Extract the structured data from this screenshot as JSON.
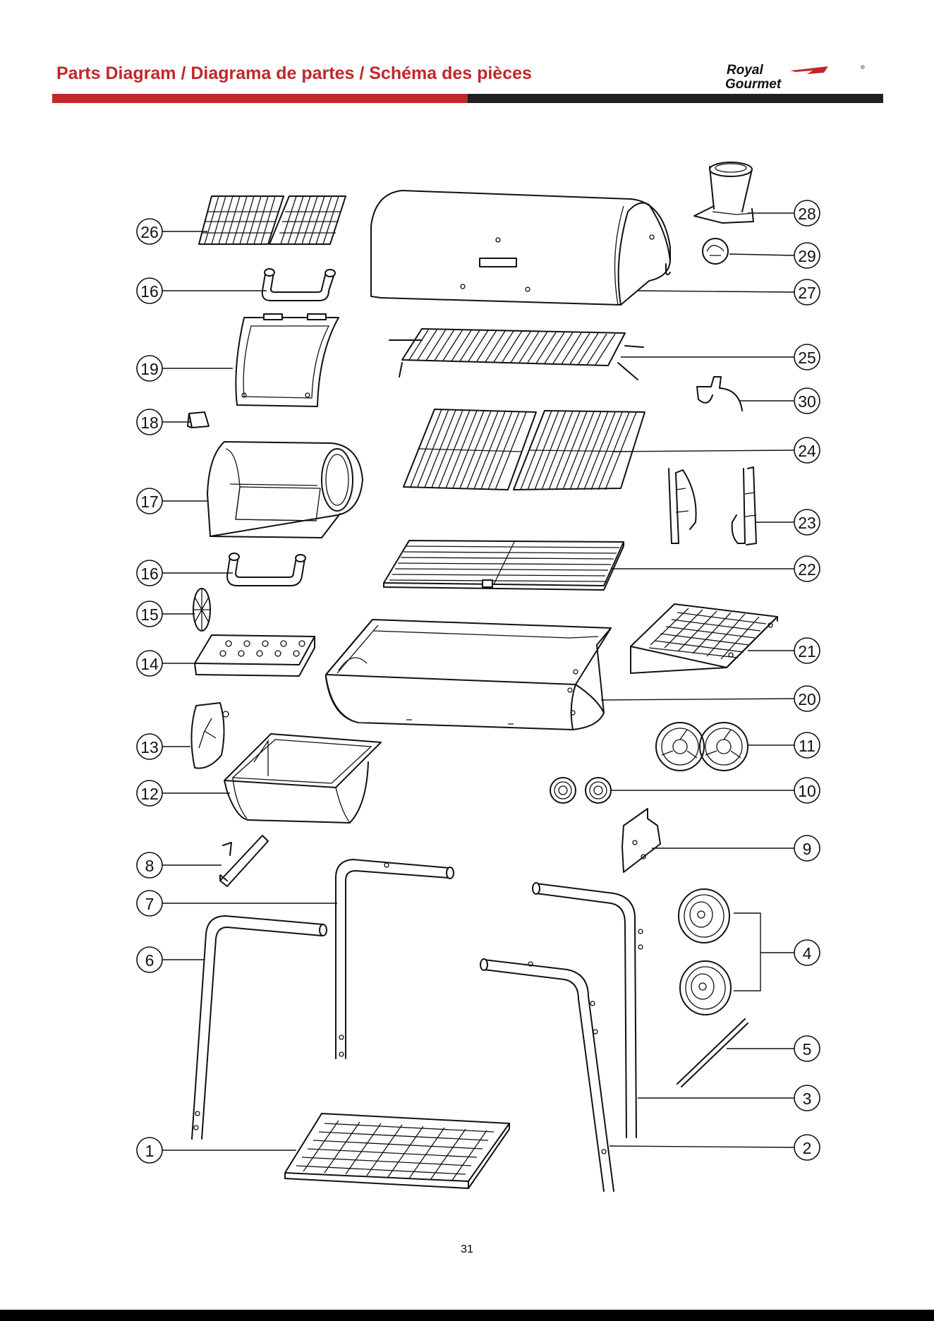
{
  "header": {
    "title": "Parts Diagram / Diagrama de partes / Schéma des pièces",
    "brand_line1": "Royal",
    "brand_line2": "Gourmet",
    "brand_mark": "®"
  },
  "colors": {
    "accent": "#c0282a",
    "dark_bar": "#231f20",
    "line": "#111111"
  },
  "callouts": [
    {
      "id": "c26",
      "number": "26"
    },
    {
      "id": "c16a",
      "number": "16"
    },
    {
      "id": "c19",
      "number": "19"
    },
    {
      "id": "c18",
      "number": "18"
    },
    {
      "id": "c17",
      "number": "17"
    },
    {
      "id": "c16b",
      "number": "16"
    },
    {
      "id": "c15",
      "number": "15"
    },
    {
      "id": "c14",
      "number": "14"
    },
    {
      "id": "c13",
      "number": "13"
    },
    {
      "id": "c12",
      "number": "12"
    },
    {
      "id": "c8",
      "number": "8"
    },
    {
      "id": "c7",
      "number": "7"
    },
    {
      "id": "c6",
      "number": "6"
    },
    {
      "id": "c1",
      "number": "1"
    },
    {
      "id": "c28",
      "number": "28"
    },
    {
      "id": "c29",
      "number": "29"
    },
    {
      "id": "c27",
      "number": "27"
    },
    {
      "id": "c25",
      "number": "25"
    },
    {
      "id": "c30",
      "number": "30"
    },
    {
      "id": "c24",
      "number": "24"
    },
    {
      "id": "c23",
      "number": "23"
    },
    {
      "id": "c22",
      "number": "22"
    },
    {
      "id": "c21",
      "number": "21"
    },
    {
      "id": "c20",
      "number": "20"
    },
    {
      "id": "c11",
      "number": "11"
    },
    {
      "id": "c10",
      "number": "10"
    },
    {
      "id": "c9",
      "number": "9"
    },
    {
      "id": "c4",
      "number": "4"
    },
    {
      "id": "c5",
      "number": "5"
    },
    {
      "id": "c3",
      "number": "3"
    },
    {
      "id": "c2",
      "number": "2"
    }
  ],
  "footer": {
    "page_number": "31"
  }
}
